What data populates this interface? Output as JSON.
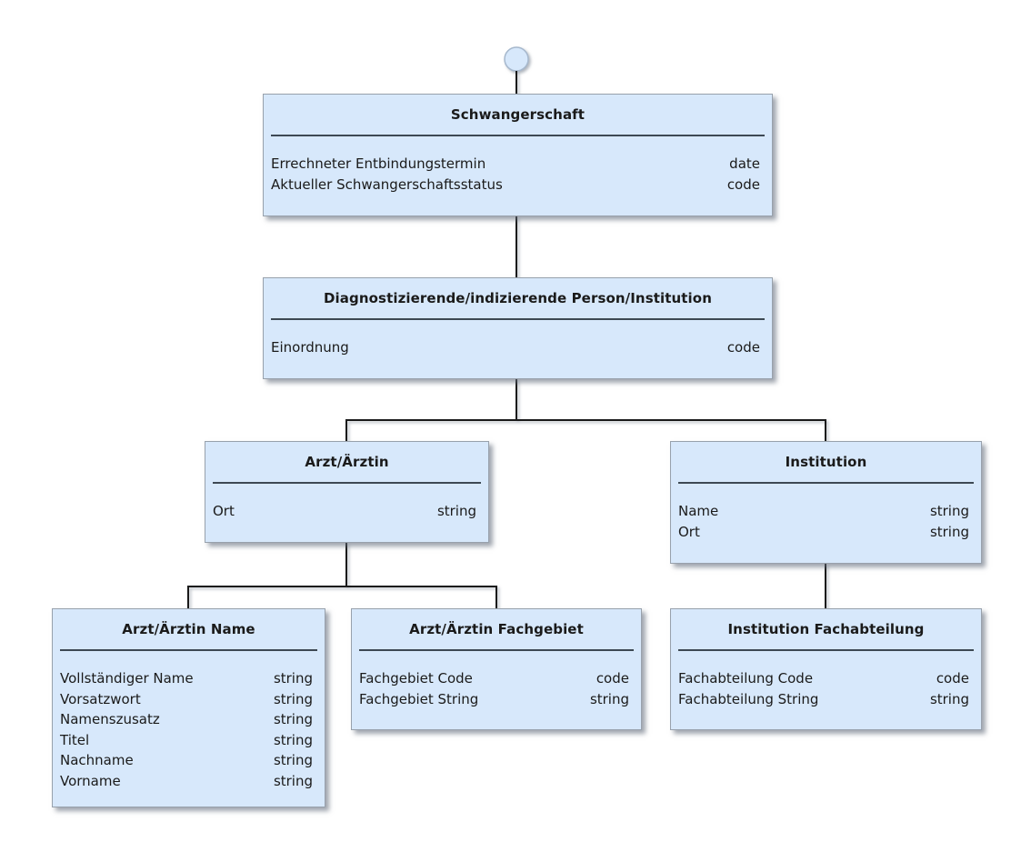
{
  "diagram": {
    "type": "entity-hierarchy",
    "colors": {
      "box_fill": "#d7e8fb",
      "box_border": "#98a1ac",
      "separator": "#3d4853",
      "line": "#1a1a1a",
      "circle_fill": "#d7e8fb",
      "circle_stroke": "#a6b8cd"
    },
    "entities": [
      {
        "title": "Schwangerschaft",
        "attributes": [
          {
            "name": "Errechneter Entbindungstermin",
            "type": "date"
          },
          {
            "name": "Aktueller Schwangerschaftsstatus",
            "type": "code"
          }
        ]
      },
      {
        "title": "Diagnostizierende/indizierende Person/Institution",
        "attributes": [
          {
            "name": "Einordnung",
            "type": "code"
          }
        ]
      },
      {
        "title": "Arzt/Ärztin",
        "attributes": [
          {
            "name": "Ort",
            "type": "string"
          }
        ]
      },
      {
        "title": "Institution",
        "attributes": [
          {
            "name": "Name",
            "type": "string"
          },
          {
            "name": "Ort",
            "type": "string"
          }
        ]
      },
      {
        "title": "Arzt/Ärztin Name",
        "attributes": [
          {
            "name": "Vollständiger Name",
            "type": "string"
          },
          {
            "name": "Vorsatzwort",
            "type": "string"
          },
          {
            "name": "Namenszusatz",
            "type": "string"
          },
          {
            "name": "Titel",
            "type": "string"
          },
          {
            "name": "Nachname",
            "type": "string"
          },
          {
            "name": "Vorname",
            "type": "string"
          }
        ]
      },
      {
        "title": "Arzt/Ärztin Fachgebiet",
        "attributes": [
          {
            "name": "Fachgebiet Code",
            "type": "code"
          },
          {
            "name": "Fachgebiet String",
            "type": "string"
          }
        ]
      },
      {
        "title": "Institution Fachabteilung",
        "attributes": [
          {
            "name": "Fachabteilung Code",
            "type": "code"
          },
          {
            "name": "Fachabteilung String",
            "type": "string"
          }
        ]
      }
    ],
    "relations": [
      "root-circle -> Schwangerschaft",
      "Schwangerschaft -> Diagnostizierende/indizierende Person/Institution",
      "Diagnostizierende/indizierende Person/Institution -> Arzt/Ärztin",
      "Diagnostizierende/indizierende Person/Institution -> Institution",
      "Arzt/Ärztin -> Arzt/Ärztin Name",
      "Arzt/Ärztin -> Arzt/Ärztin Fachgebiet",
      "Institution -> Institution Fachabteilung"
    ]
  }
}
